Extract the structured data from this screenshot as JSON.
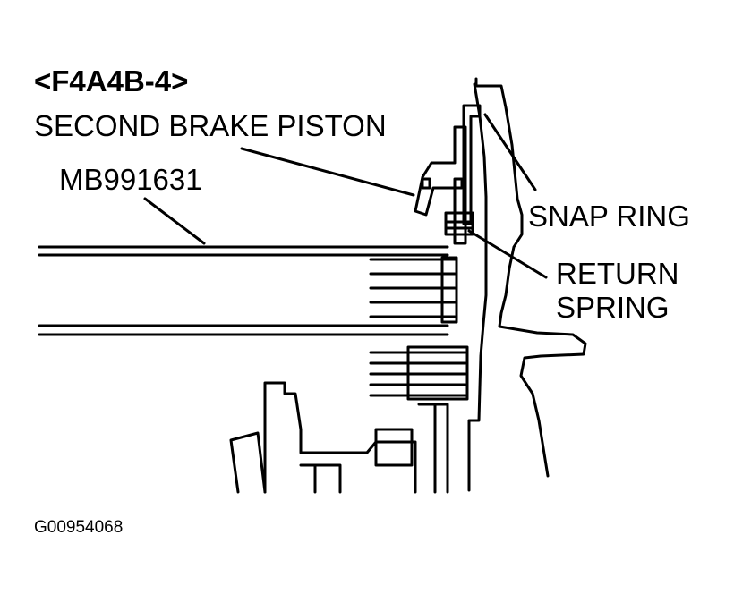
{
  "model_code": "<F4A4B-4>",
  "labels": {
    "second_brake_piston": "SECOND BRAKE PISTON",
    "tool": "MB991631",
    "snap_ring": "SNAP RING",
    "return_spring_line1": "RETURN",
    "return_spring_line2": "SPRING"
  },
  "figure_id": "G00954068",
  "colors": {
    "ink": "#000000",
    "paper": "#ffffff"
  }
}
